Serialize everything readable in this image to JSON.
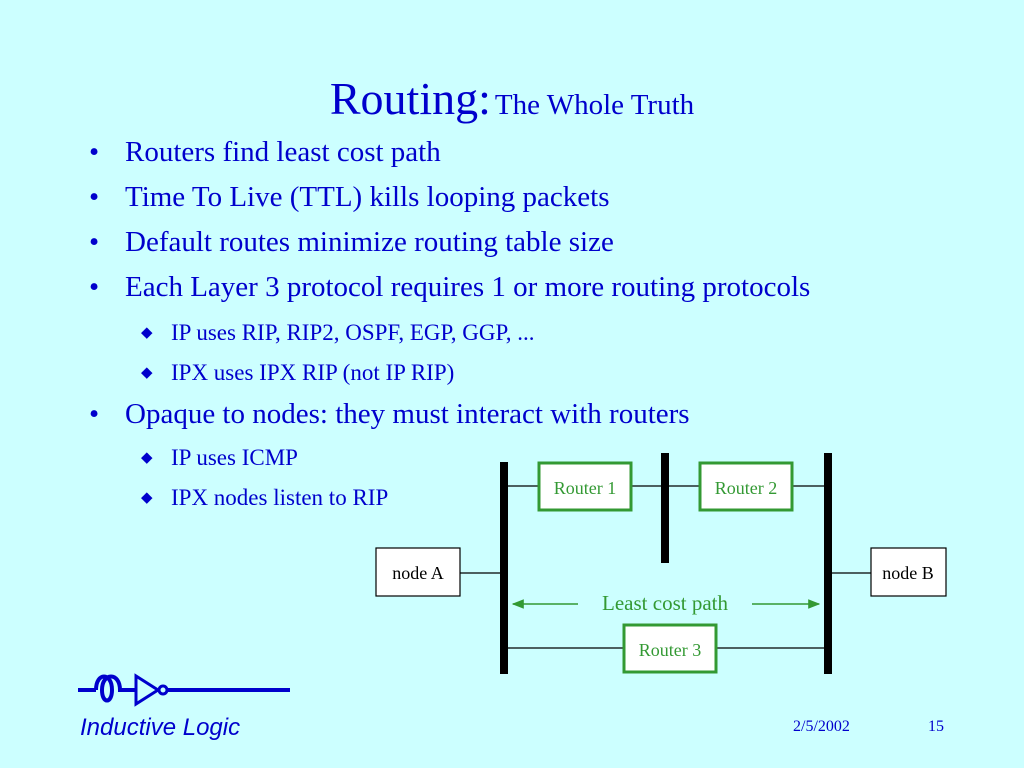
{
  "slide": {
    "title_main": "Routing:",
    "title_sub": "The Whole Truth"
  },
  "bullets": [
    {
      "level": 1,
      "text": "Routers find least cost path"
    },
    {
      "level": 1,
      "text": "Time To Live (TTL) kills looping packets"
    },
    {
      "level": 1,
      "text": "Default routes minimize routing table size"
    },
    {
      "level": 1,
      "text": "Each Layer 3 protocol requires 1 or more routing protocols"
    },
    {
      "level": 2,
      "text": "IP uses RIP, RIP2, OSPF, EGP, GGP, ..."
    },
    {
      "level": 2,
      "text": "IPX uses IPX RIP (not IP RIP)"
    },
    {
      "level": 1,
      "text": "Opaque to nodes: they must interact with routers"
    },
    {
      "level": 2,
      "text": "IP uses ICMP"
    },
    {
      "level": 2,
      "text": "IPX nodes listen to RIP"
    }
  ],
  "bullet_marks": {
    "level1": "•",
    "level2": "◆"
  },
  "diagram": {
    "nodes": {
      "a": "node A",
      "b": "node B"
    },
    "routers": {
      "r1": "Router 1",
      "r2": "Router 2",
      "r3": "Router 3"
    },
    "path_label": "Least cost path"
  },
  "footer": {
    "brand": "Inductive Logic",
    "date": "2/5/2002",
    "page": "15"
  },
  "colors": {
    "background": "#ccffff",
    "text": "#0000cc",
    "router": "#339933",
    "line": "#000000"
  },
  "icons": {
    "logo": "inductor-inverter-logo-icon"
  }
}
